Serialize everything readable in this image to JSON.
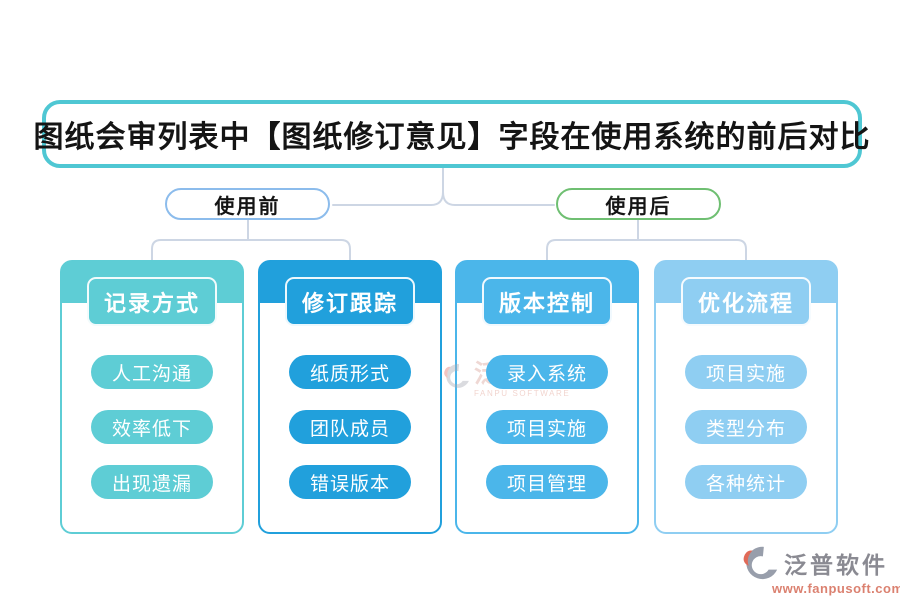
{
  "title": "图纸会审列表中【图纸修订意见】字段在使用系统的前后对比",
  "title_border_color": "#4FC7D3",
  "connector_color": "#CDD6E4",
  "branches": [
    {
      "label": "使用前",
      "border": "#8CBCEC"
    },
    {
      "label": "使用后",
      "border": "#6FBF72"
    }
  ],
  "columns": [
    {
      "header": "记录方式",
      "accent": "#5ECDD5",
      "items": [
        "人工沟通",
        "效率低下",
        "出现遗漏"
      ]
    },
    {
      "header": "修订跟踪",
      "accent": "#21A0DC",
      "items": [
        "纸质形式",
        "团队成员",
        "错误版本"
      ]
    },
    {
      "header": "版本控制",
      "accent": "#4BB6EA",
      "items": [
        "录入系统",
        "项目实施",
        "项目管理"
      ]
    },
    {
      "header": "优化流程",
      "accent": "#8FCEF2",
      "items": [
        "项目实施",
        "类型分布",
        "各种统计"
      ]
    }
  ],
  "watermark": {
    "brand": "泛普软件",
    "sub": "FANPU SOFTWARE"
  },
  "logo": {
    "brand": "泛普软件",
    "url": "www.fanpusoft.com",
    "brand_color": "#8A8A92",
    "url_color": "#DB8170"
  }
}
